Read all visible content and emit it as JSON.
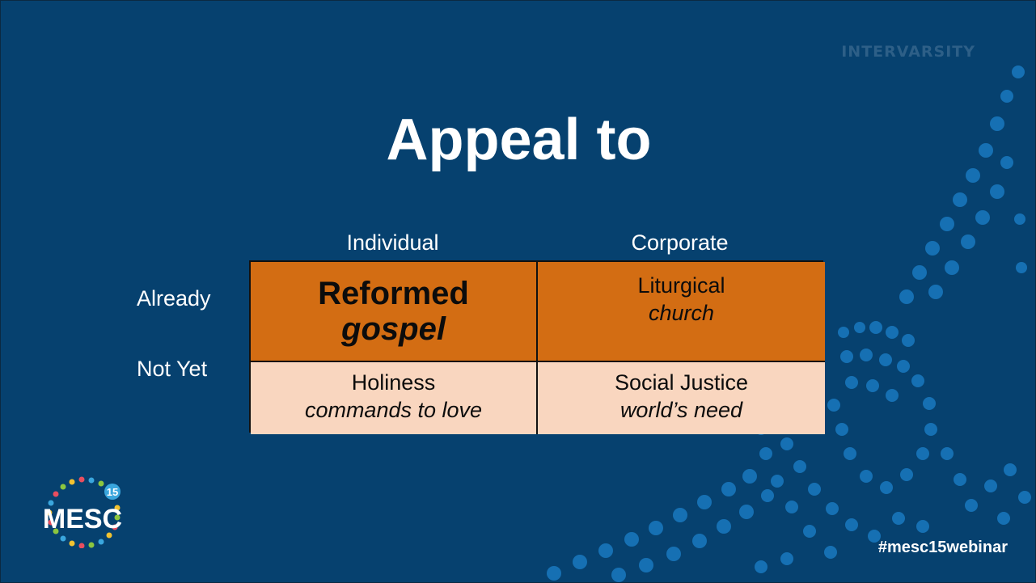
{
  "slide": {
    "brand": "INTERVARSITY",
    "title": "Appeal to",
    "hashtag": "#mesc15webinar",
    "logo": {
      "text": "MESC",
      "badge": "15"
    }
  },
  "grid": {
    "col_headers": [
      "Individual",
      "Corporate"
    ],
    "row_headers": [
      "Already",
      "Not Yet"
    ],
    "cells": [
      {
        "main": "Reformed",
        "sub": "gospel"
      },
      {
        "main": "Liturgical",
        "sub": "church"
      },
      {
        "main": "Holiness",
        "sub": "commands to love"
      },
      {
        "main": "Social Justice",
        "sub": "world’s need"
      }
    ]
  },
  "colors": {
    "background": "#06416f",
    "already_row": "#d36d13",
    "not_yet_row": "#f9d6bf",
    "dots": "#1670b3"
  }
}
